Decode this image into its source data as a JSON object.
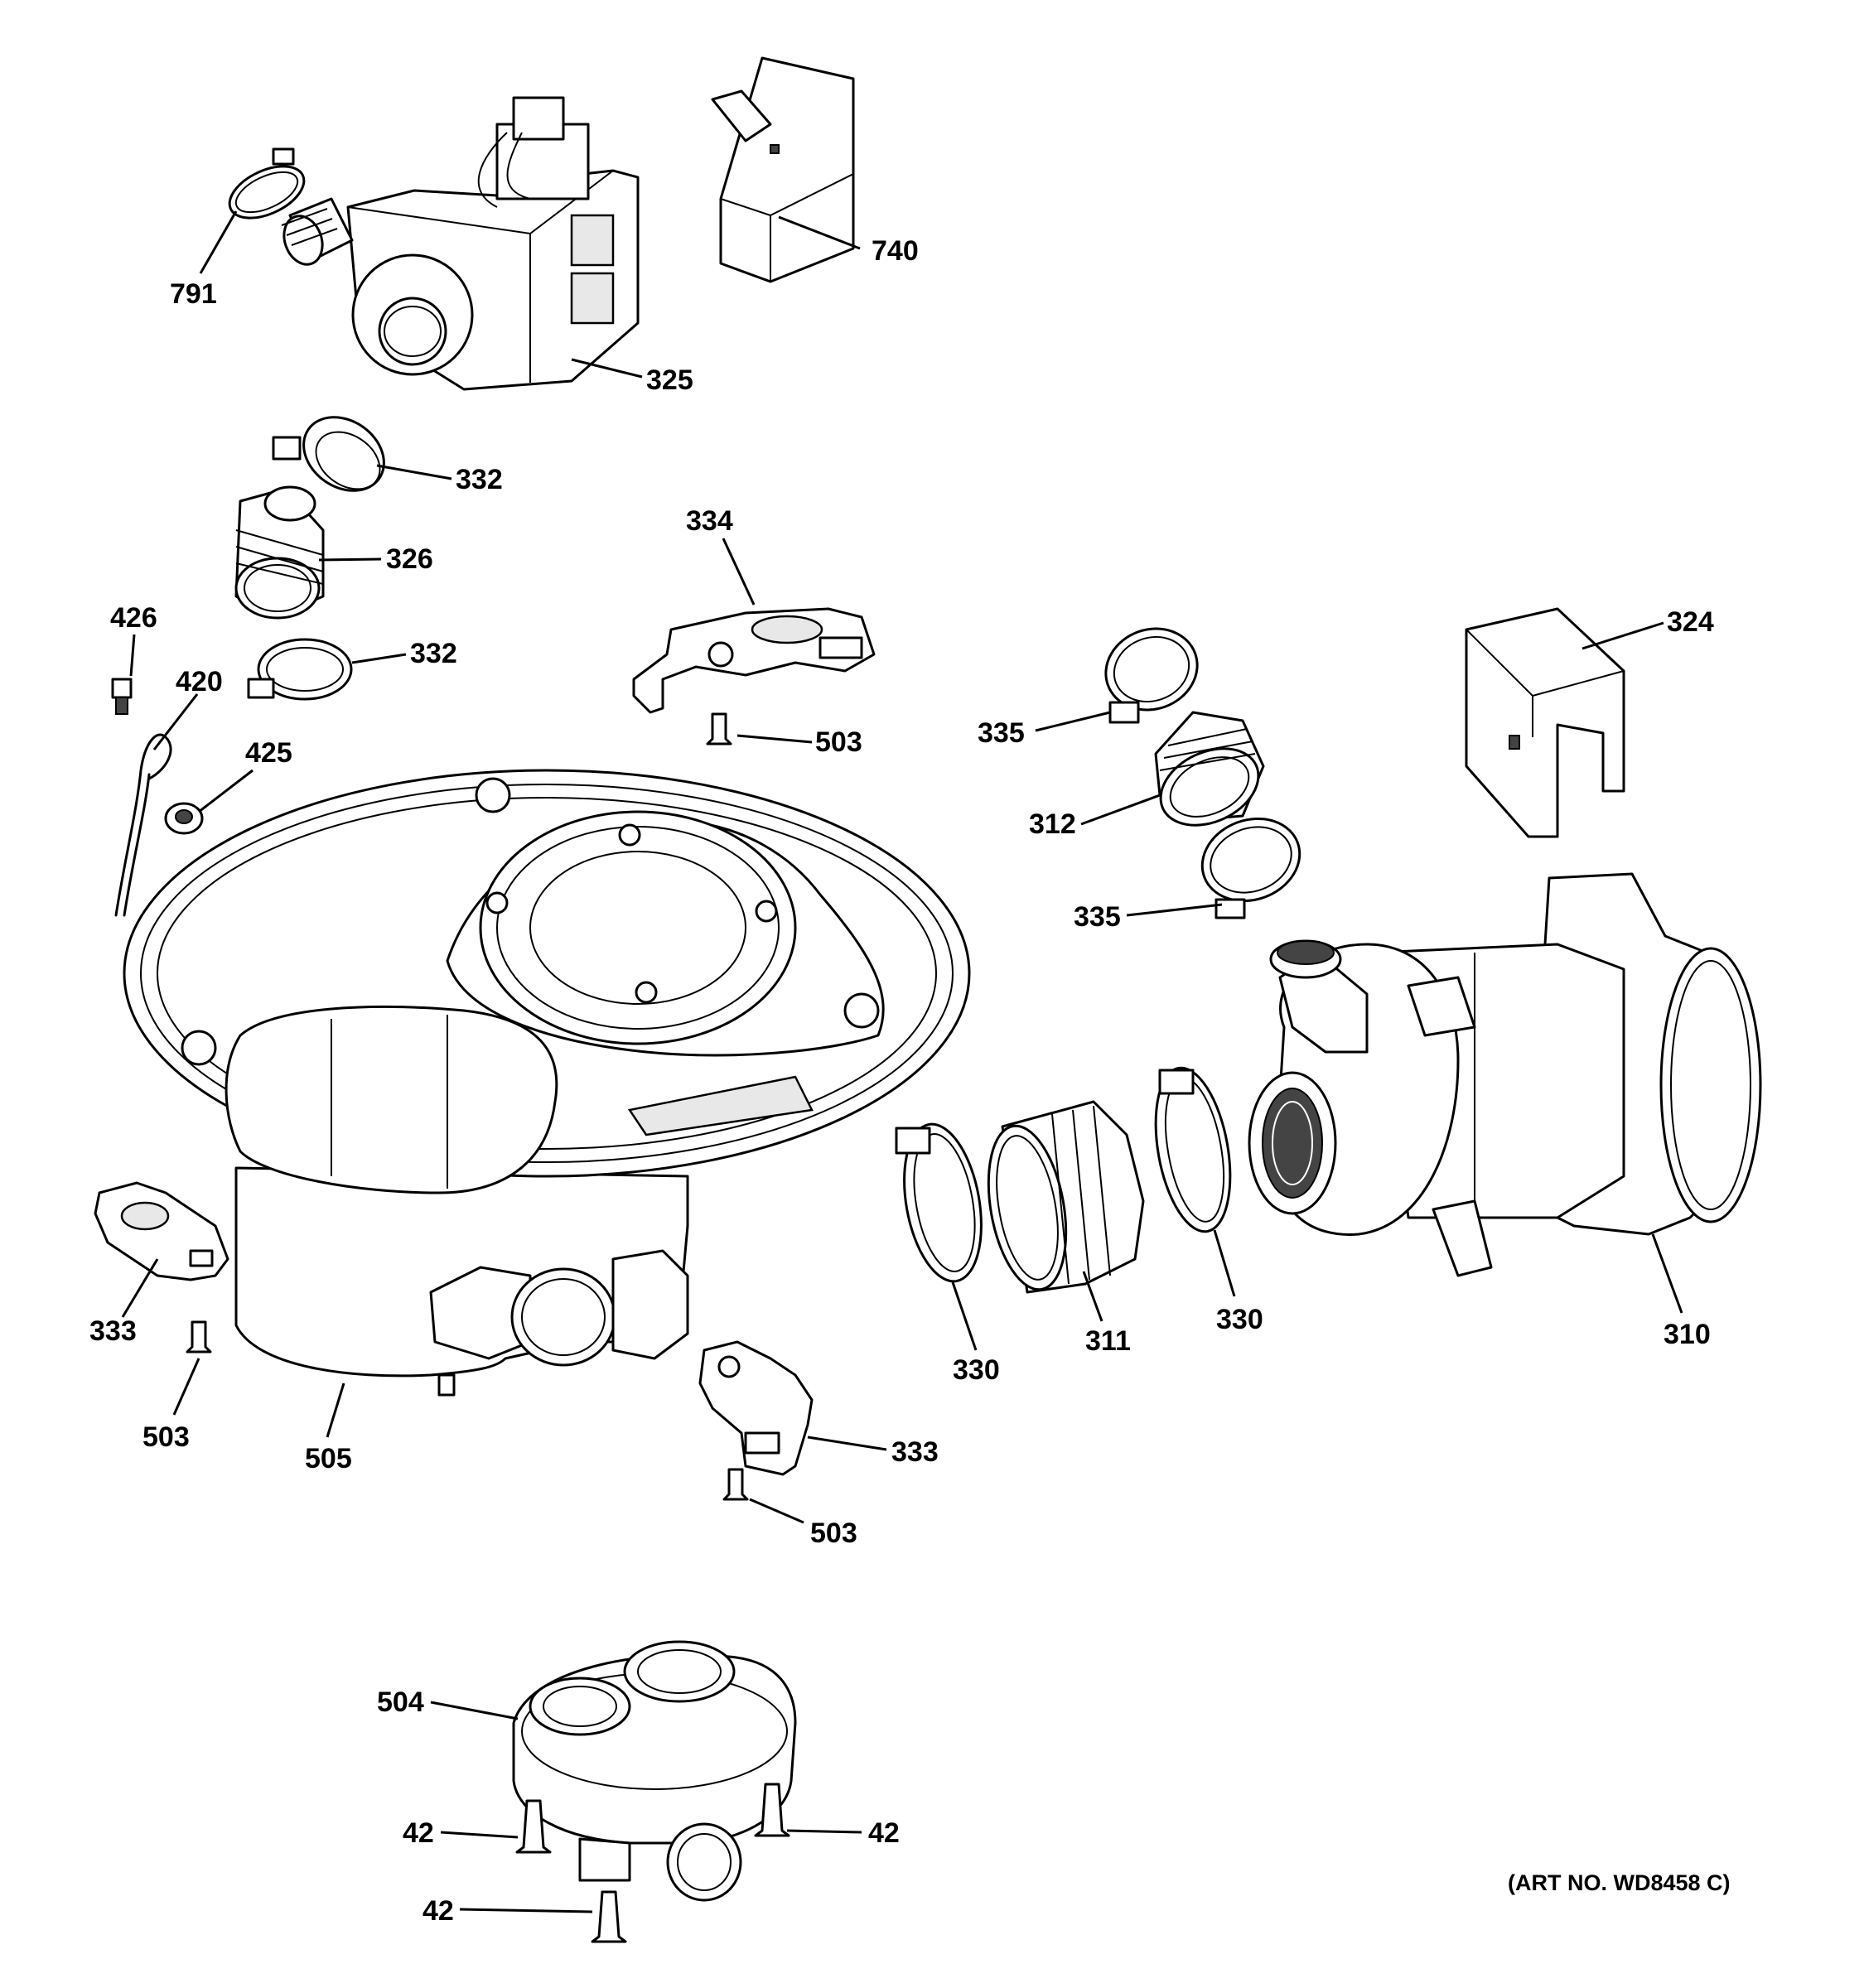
{
  "diagram": {
    "art_number": "(ART NO. WD8458 C)",
    "callouts": {
      "c791": "791",
      "c740": "740",
      "c325": "325",
      "c332a": "332",
      "c326": "326",
      "c332b": "332",
      "c334": "334",
      "c426": "426",
      "c420": "420",
      "c425": "425",
      "c503a": "503",
      "c335a": "335",
      "c312": "312",
      "c335b": "335",
      "c324": "324",
      "c333a": "333",
      "c503b": "503",
      "c505": "505",
      "c330a": "330",
      "c311": "311",
      "c330b": "330",
      "c310": "310",
      "c333b": "333",
      "c503c": "503",
      "c504": "504",
      "c42a": "42",
      "c42b": "42",
      "c42c": "42"
    }
  }
}
